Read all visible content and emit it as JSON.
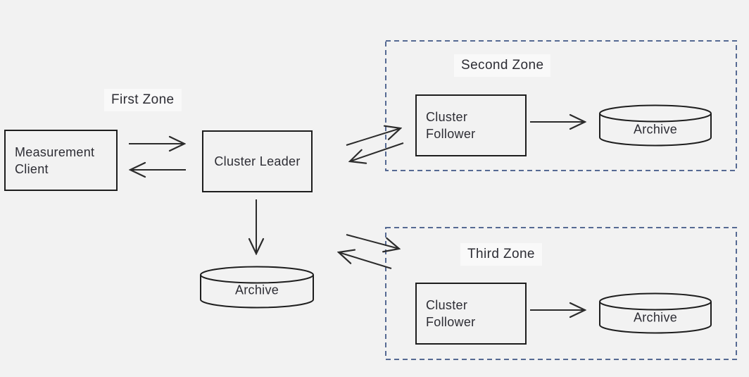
{
  "diagram": {
    "background": "#f2f2f2",
    "colors": {
      "shape_stroke": "#1e1e1e",
      "arrow_stroke": "#2b2b2b",
      "zone_border": "#566a93",
      "text": "#2d2d34"
    },
    "zones": {
      "first": {
        "label": "First Zone"
      },
      "second": {
        "label": "Second Zone"
      },
      "third": {
        "label": "Third Zone"
      }
    },
    "nodes": {
      "measurement_client": {
        "label": "Measurement Client"
      },
      "cluster_leader": {
        "label": "Cluster Leader"
      },
      "second_zone_follower": {
        "label": "Cluster Follower"
      },
      "second_zone_archive": {
        "label": "Archive"
      },
      "first_zone_archive": {
        "label": "Archive"
      },
      "third_zone_follower": {
        "label": "Cluster Follower"
      },
      "third_zone_archive": {
        "label": "Archive"
      }
    }
  }
}
